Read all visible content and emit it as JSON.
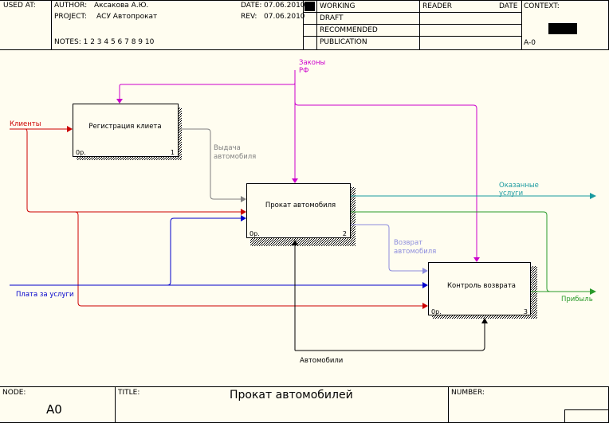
{
  "header": {
    "used_at": "USED AT:",
    "author_label": "AUTHOR:",
    "author": "Аксакова А.Ю.",
    "project_label": "PROJECT:",
    "project": "АСУ Автопрокат",
    "date_label": "DATE:",
    "date": "07.06.2010",
    "rev_label": "REV:",
    "rev": "07.06.2010",
    "notes": "NOTES:  1  2  3  4  5  6  7  8  9  10",
    "status": [
      "WORKING",
      "DRAFT",
      "RECOMMENDED",
      "PUBLICATION"
    ],
    "reader": "READER",
    "date2": "DATE",
    "context": "CONTEXT:",
    "context_node": "A-0"
  },
  "footer": {
    "node_label": "NODE:",
    "node": "A0",
    "title_label": "TITLE:",
    "title": "Прокат автомобилей",
    "number_label": "NUMBER:"
  },
  "diagram": {
    "boxes": [
      {
        "name": "Регистрация клиета",
        "cost": "0р.",
        "num": "1"
      },
      {
        "name": "Прокат автомобиля",
        "cost": "0р.",
        "num": "2"
      },
      {
        "name": "Контроль возврата",
        "cost": "0р.",
        "num": "3"
      }
    ],
    "arrows": {
      "laws_1": "Законы",
      "laws_2": "РФ",
      "clients": "Клиенты",
      "issue_1": "Выдача",
      "issue_2": "автомобиля",
      "services_1": "Оказанные",
      "services_2": "услуги",
      "return_1": "Возврат",
      "return_2": "автомобиля",
      "payment": "Плата за услуги",
      "profit": "Прибыль",
      "cars": "Автомобили"
    },
    "colors": {
      "red": "#cc0000",
      "magenta": "#cc00cc",
      "gray": "#808080",
      "teal": "#1a9aa0",
      "green": "#2a9a2a",
      "blue": "#0000cc",
      "lightblue": "#8c8cdd",
      "black": "#000000"
    }
  }
}
